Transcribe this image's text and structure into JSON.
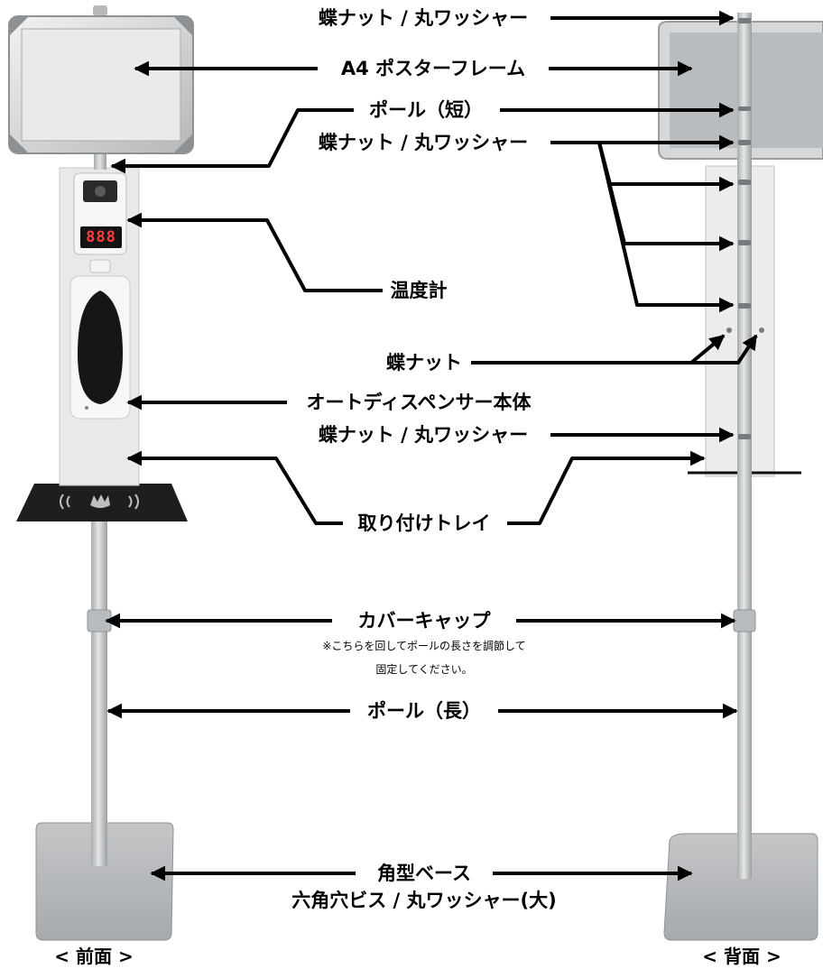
{
  "labels": {
    "wing_nut_washer": "蝶ナット / 丸ワッシャー",
    "poster_frame": "A4 ポスターフレーム",
    "pole_short": "ポール（短）",
    "thermometer": "温度計",
    "wing_nut": "蝶ナット",
    "dispenser_body": "オートディスペンサー本体",
    "tray": "取り付けトレイ",
    "cover_cap": "カバーキャップ",
    "cover_cap_note_1": "※こちらを回してポールの長さを調節して",
    "cover_cap_note_2": "固定してください。",
    "pole_long": "ポール（長）",
    "base": "角型ベース",
    "hex_bolt": "六角穴ビス / 丸ワッシャー(大)"
  },
  "captions": {
    "front": "< 前面 >",
    "back": "< 背面 >"
  },
  "display": {
    "readout": "888"
  },
  "colors": {
    "metal": "#c9cbcd",
    "metal_dark": "#9ea1a4",
    "panel": "#e9e9e7",
    "tray": "#1e1e1e",
    "arrow": "#000000"
  }
}
